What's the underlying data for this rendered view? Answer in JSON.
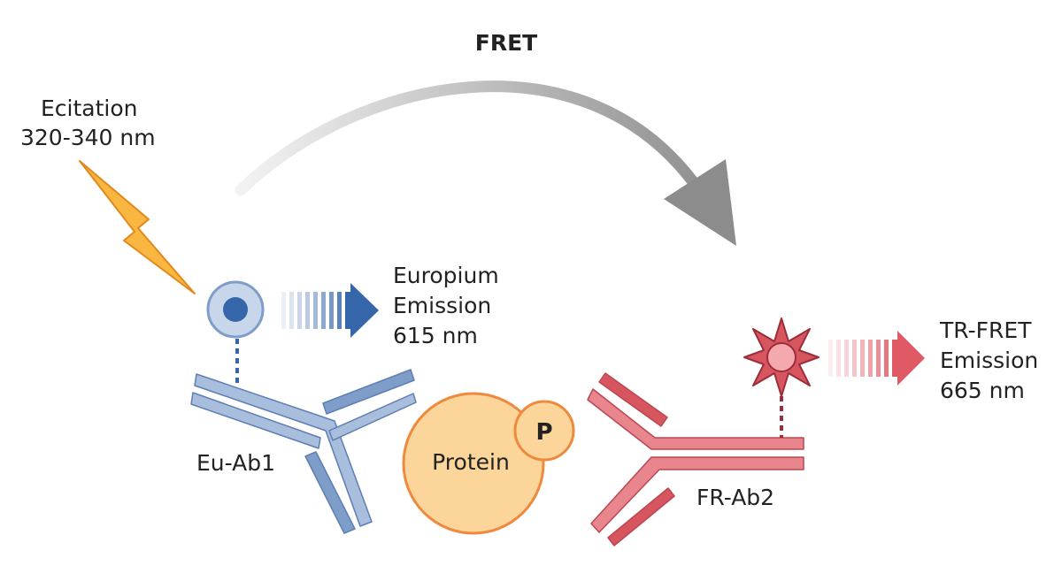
{
  "title": "FRET",
  "excitation": {
    "line1": "Ecitation",
    "line2": "320-340 nm"
  },
  "europium": {
    "line1": "Europium",
    "line2": "Emission",
    "line3": "615 nm"
  },
  "trfret": {
    "line1": "TR-FRET",
    "line2": "Emission",
    "line3": "665 nm"
  },
  "labels": {
    "eu_ab": "Eu-Ab1",
    "protein": "Protein",
    "phospho": "P",
    "fr_ab": "FR-Ab2"
  },
  "colors": {
    "blue_light": "#a9bedd",
    "blue_dark": "#7f9dc9",
    "blue_core": "#3666aa",
    "red_light": "#e8858d",
    "red_dark": "#d6555f",
    "orange_fill": "#fbd59a",
    "orange_stroke": "#ee8a3e",
    "lightning": "#f9b640",
    "fret_arrow": "#8c8c8c"
  }
}
